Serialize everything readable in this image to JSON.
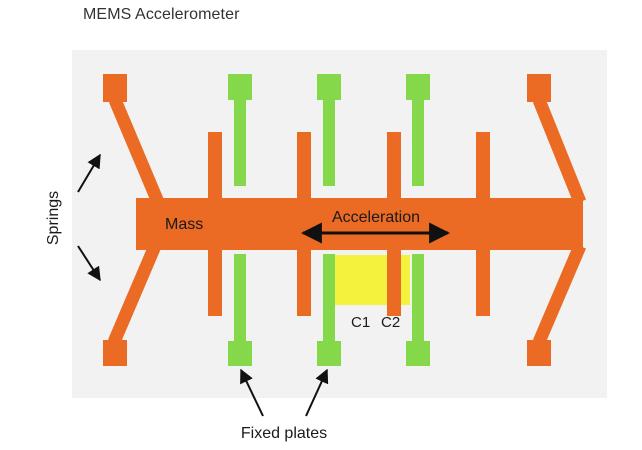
{
  "title": "MEMS Accelerometer",
  "labels": {
    "springs": "Springs",
    "mass": "Mass",
    "acceleration": "Acceleration",
    "c1": "C1",
    "c2": "C2",
    "fixed_plates": "Fixed plates"
  },
  "colors": {
    "mass": "#EB6A24",
    "fixed_plate": "#84D84A",
    "capacitor_gap": "#F5F23D",
    "panel": "#F2F2F2",
    "arrow": "#111111",
    "title_text": "#333333"
  }
}
